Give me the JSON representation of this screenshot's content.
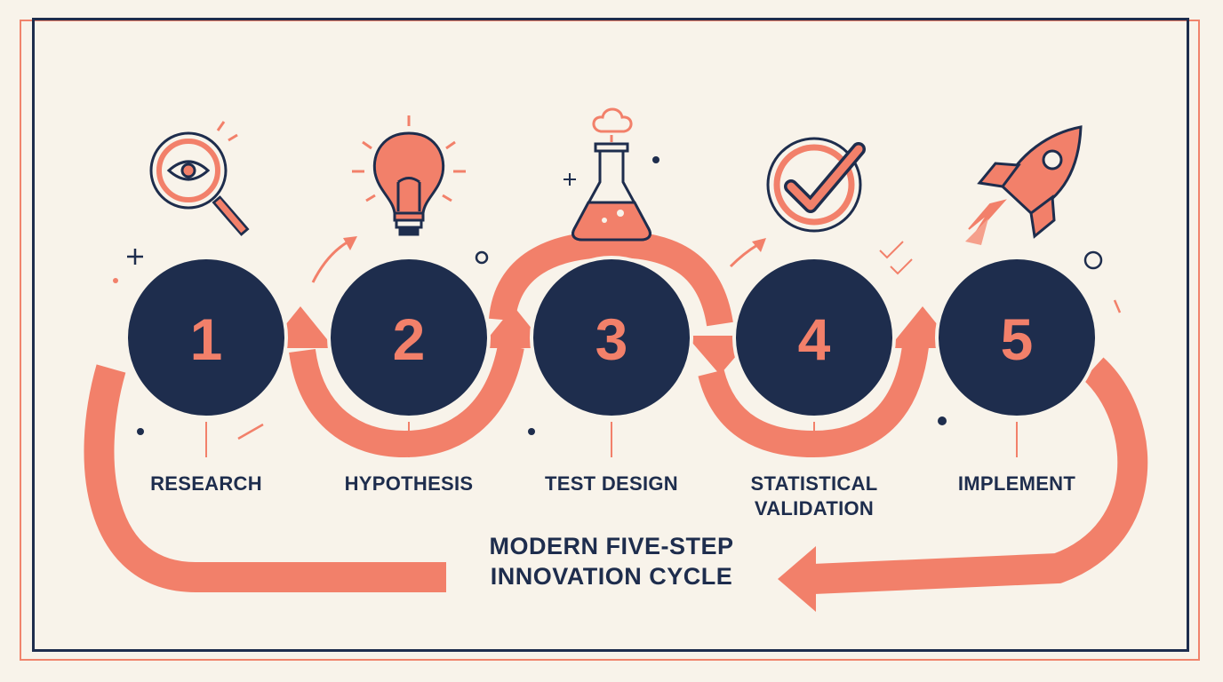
{
  "title": {
    "line1": "MODERN FIVE-STEP",
    "line2": "INNOVATION CYCLE"
  },
  "steps": [
    {
      "number": "1",
      "label": "RESEARCH",
      "icon": "magnifier-eye-icon"
    },
    {
      "number": "2",
      "label": "HYPOTHESIS",
      "icon": "lightbulb-icon"
    },
    {
      "number": "3",
      "label": "TEST DESIGN",
      "icon": "flask-icon"
    },
    {
      "number": "4",
      "label": "STATISTICAL\nVALIDATION",
      "icon": "checkmark-circle-icon"
    },
    {
      "number": "5",
      "label": "IMPLEMENT",
      "icon": "rocket-icon"
    }
  ],
  "colors": {
    "navy": "#1e2d4d",
    "coral": "#f2806a",
    "background": "#f8f3ea"
  }
}
